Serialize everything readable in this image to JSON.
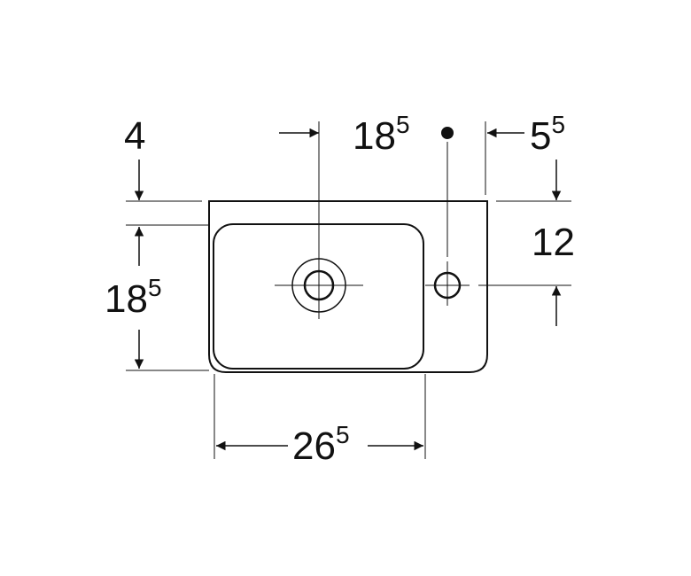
{
  "dimensions": {
    "top_offset": {
      "main": "4",
      "sup": ""
    },
    "center_to_tap": {
      "main": "18",
      "sup": "5"
    },
    "tap_to_edge": {
      "main": "5",
      "sup": "5"
    },
    "tap_offset": {
      "main": "12",
      "sup": ""
    },
    "bowl_depth": {
      "main": "18",
      "sup": "5"
    },
    "bowl_width": {
      "main": "26",
      "sup": "5"
    }
  },
  "colors": {
    "line": "#111111",
    "background": "#ffffff"
  }
}
